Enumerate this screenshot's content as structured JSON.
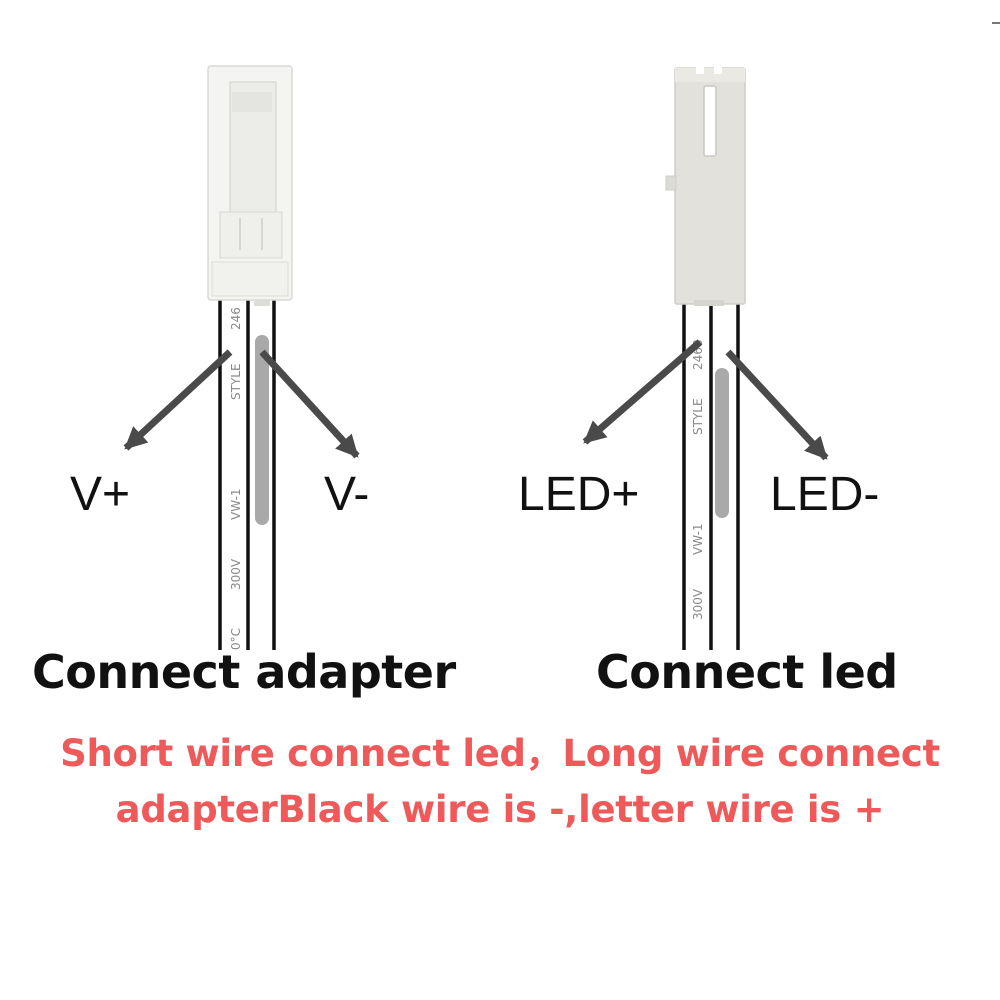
{
  "diagram": {
    "left_connector": {
      "caption": "Connect adapter",
      "labels": {
        "left": "V+",
        "right": "V-"
      },
      "wire_print": [
        "246",
        "STYLE",
        "VW-1",
        "300V",
        "0°C"
      ]
    },
    "right_connector": {
      "caption": "Connect led",
      "labels": {
        "left": "LED+",
        "right": "LED-"
      },
      "wire_print": [
        "2468",
        "STYLE",
        "VW-1",
        "300V"
      ]
    },
    "note": {
      "line1": "Short wire connect led，Long wire connect",
      "line2": "adapterBlack wire is -,letter wire is +"
    },
    "colors": {
      "note_text": "#ee5a5a",
      "arrow": "#4a4a4a",
      "left_housing": "#f4f4f2",
      "right_housing": "#e3e1dc",
      "wire_stripe": "#a9a9a9"
    }
  }
}
